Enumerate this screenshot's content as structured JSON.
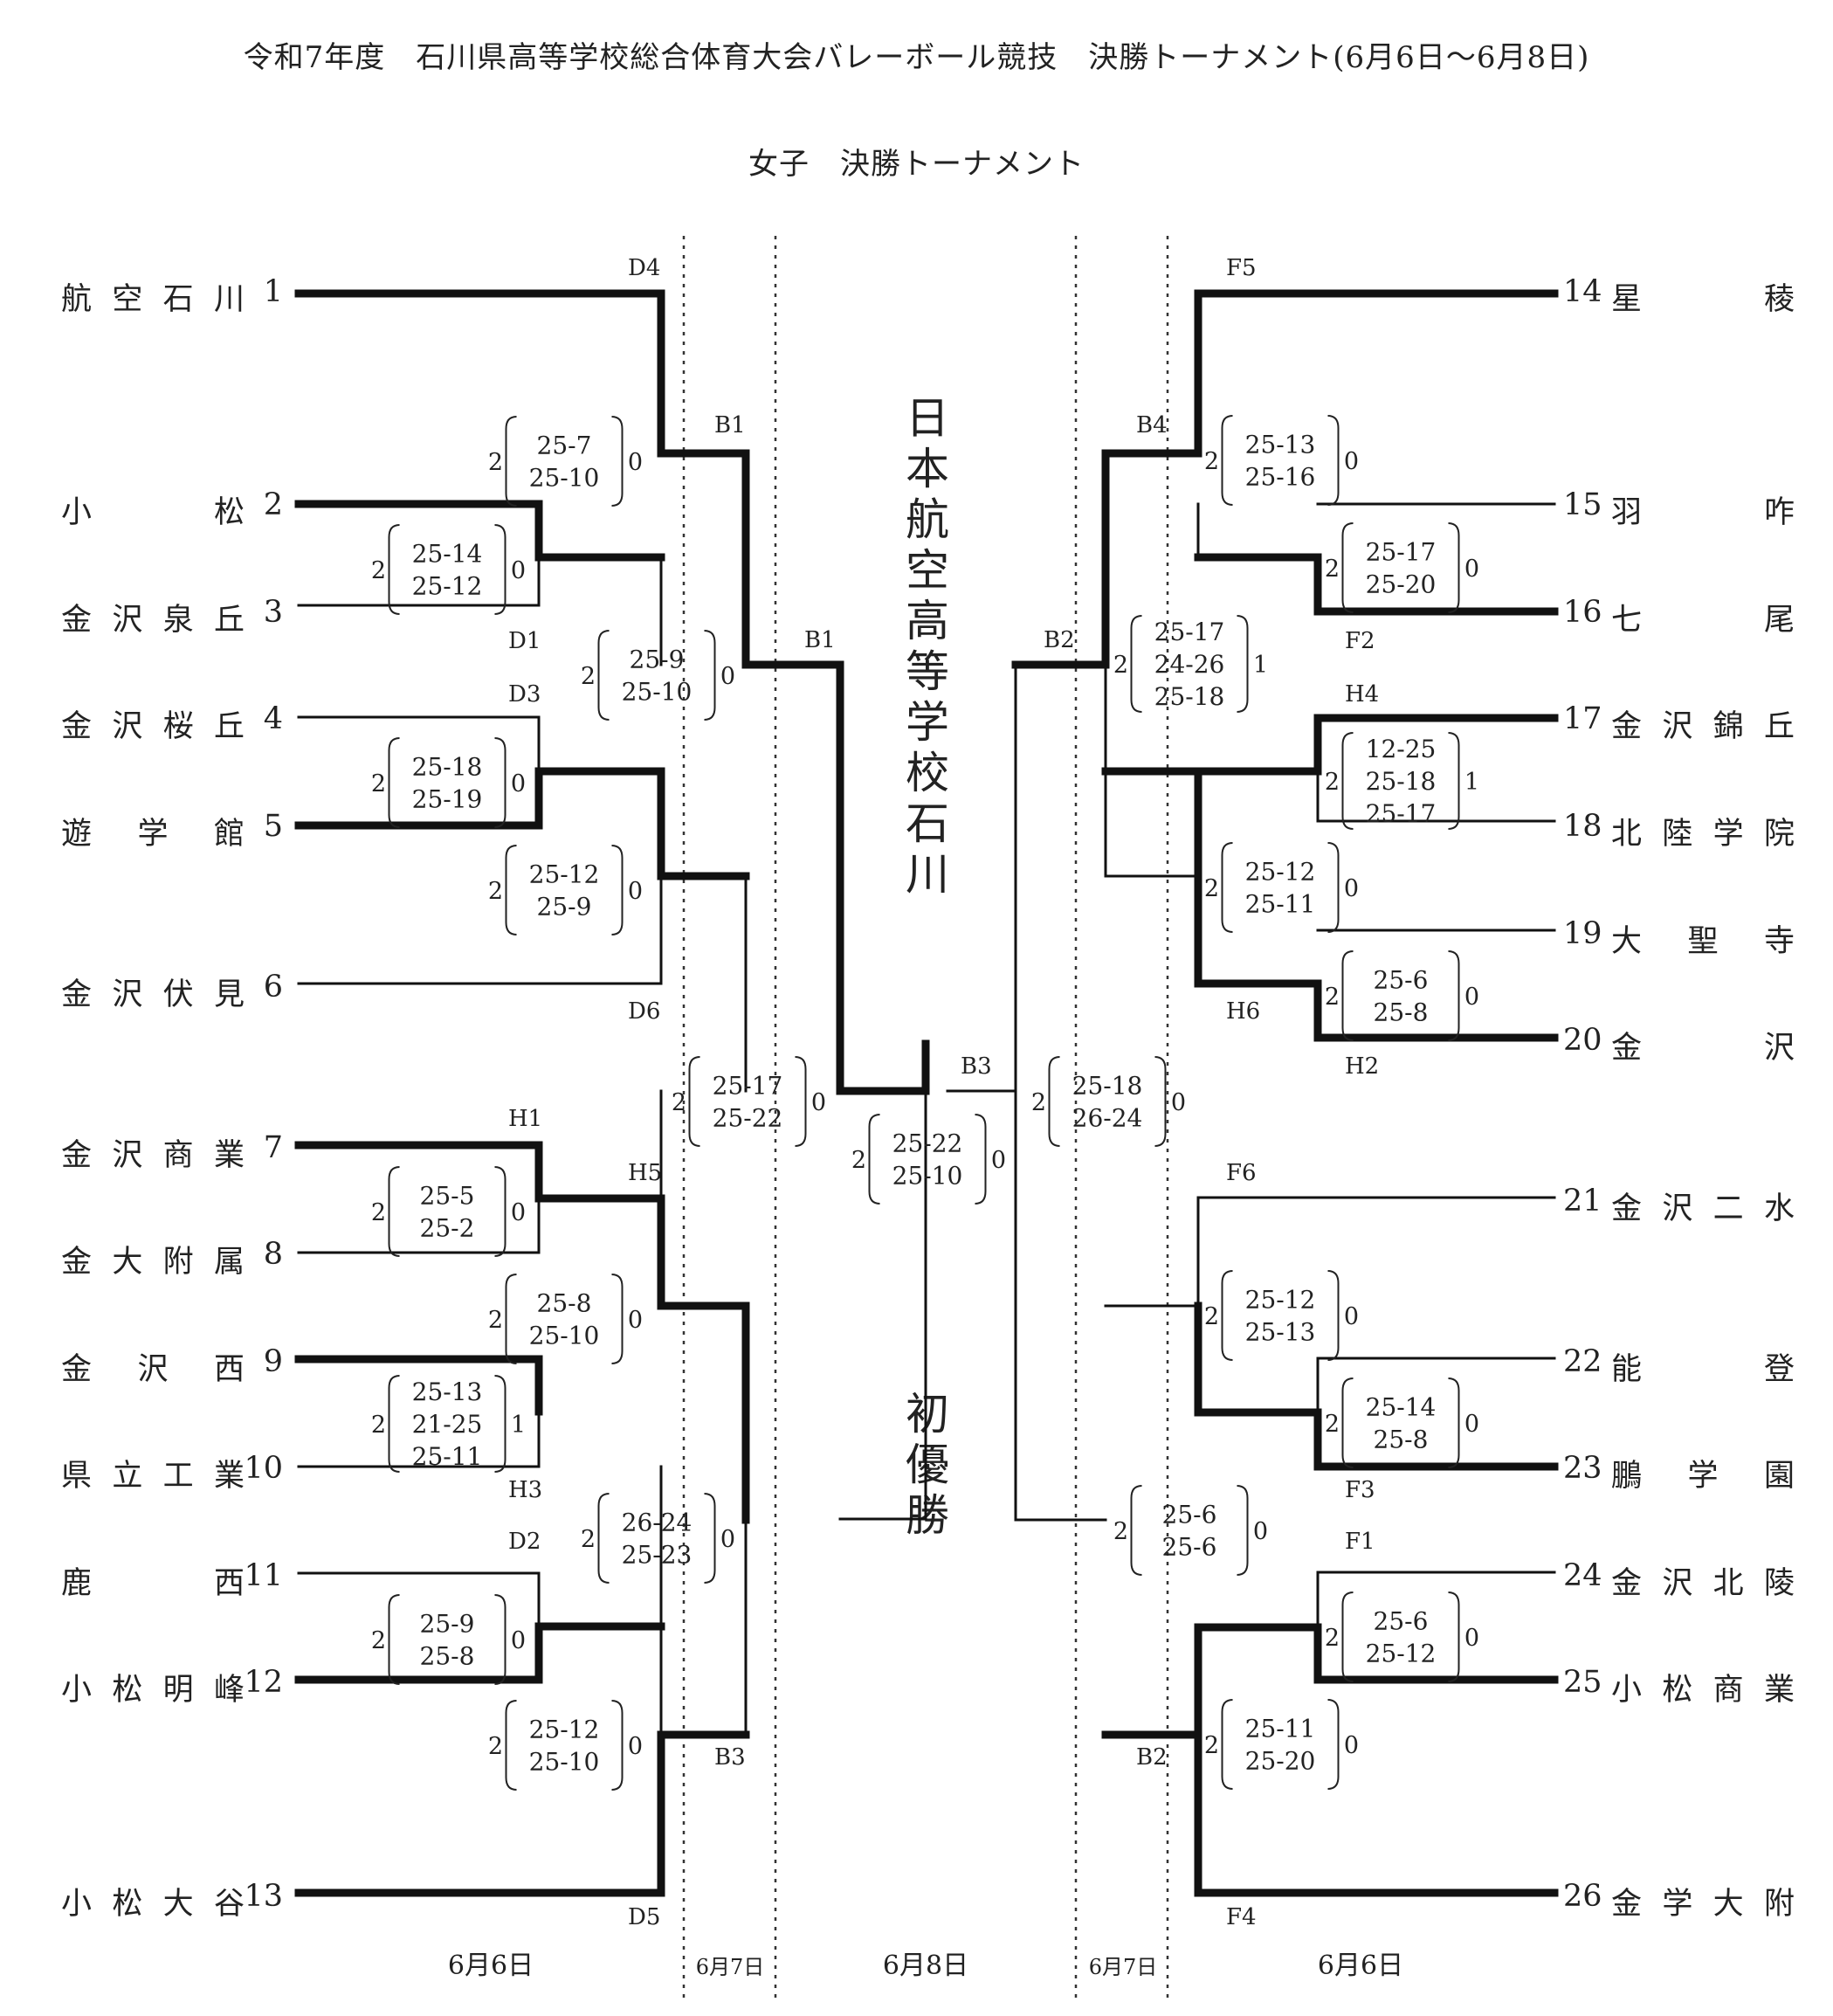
{
  "header": {
    "title": "令和7年度　石川県高等学校総合体育大会バレーボール競技　決勝トーナメント(6月6日～6月8日)",
    "subtitle": "女子　決勝トーナメント"
  },
  "champion": {
    "school": "日本航空高等学校石川",
    "result": "初優勝"
  },
  "teams_left": [
    {
      "num": "1",
      "name": "航空石川"
    },
    {
      "num": "2",
      "name": "小松"
    },
    {
      "num": "3",
      "name": "金沢泉丘"
    },
    {
      "num": "4",
      "name": "金沢桜丘"
    },
    {
      "num": "5",
      "name": "遊学館"
    },
    {
      "num": "6",
      "name": "金沢伏見"
    },
    {
      "num": "7",
      "name": "金沢商業"
    },
    {
      "num": "8",
      "name": "金大附属"
    },
    {
      "num": "9",
      "name": "金沢西"
    },
    {
      "num": "10",
      "name": "県立工業"
    },
    {
      "num": "11",
      "name": "鹿西"
    },
    {
      "num": "12",
      "name": "小松明峰"
    },
    {
      "num": "13",
      "name": "小松大谷"
    }
  ],
  "teams_right": [
    {
      "num": "14",
      "name": "星稜"
    },
    {
      "num": "15",
      "name": "羽咋"
    },
    {
      "num": "16",
      "name": "七尾"
    },
    {
      "num": "17",
      "name": "金沢錦丘"
    },
    {
      "num": "18",
      "name": "北陸学院"
    },
    {
      "num": "19",
      "name": "大聖寺"
    },
    {
      "num": "20",
      "name": "金沢"
    },
    {
      "num": "21",
      "name": "金沢二水"
    },
    {
      "num": "22",
      "name": "能登"
    },
    {
      "num": "23",
      "name": "鵬学園"
    },
    {
      "num": "24",
      "name": "金沢北陵"
    },
    {
      "num": "25",
      "name": "小松商業"
    },
    {
      "num": "26",
      "name": "金学大附"
    }
  ],
  "courts": [
    "D4",
    "D1",
    "D3",
    "D6",
    "H1",
    "H5",
    "H3",
    "D2",
    "D5",
    "B1",
    "B1",
    "B3",
    "B3",
    "F5",
    "F2",
    "H4",
    "H6",
    "H2",
    "F6",
    "F3",
    "F1",
    "F4",
    "B4",
    "B2",
    "B2"
  ],
  "dates": [
    "6月6日",
    "6月7日",
    "6月8日",
    "6月7日",
    "6月6日"
  ],
  "matches": [
    {
      "w": "2",
      "sets": [
        "25-14",
        "25-12"
      ],
      "l": "0"
    },
    {
      "w": "2",
      "sets": [
        "25-7",
        "25-10"
      ],
      "l": "0"
    },
    {
      "w": "2",
      "sets": [
        "25-18",
        "25-19"
      ],
      "l": "0"
    },
    {
      "w": "2",
      "sets": [
        "25-12",
        "25-9"
      ],
      "l": "0"
    },
    {
      "w": "2",
      "sets": [
        "25-9",
        "25-10"
      ],
      "l": "0"
    },
    {
      "w": "2",
      "sets": [
        "25-5",
        "25-2"
      ],
      "l": "0"
    },
    {
      "w": "2",
      "sets": [
        "25-13",
        "21-25",
        "25-11"
      ],
      "l": "1"
    },
    {
      "w": "2",
      "sets": [
        "25-8",
        "25-10"
      ],
      "l": "0"
    },
    {
      "w": "2",
      "sets": [
        "25-9",
        "25-8"
      ],
      "l": "0"
    },
    {
      "w": "2",
      "sets": [
        "25-12",
        "25-10"
      ],
      "l": "0"
    },
    {
      "w": "2",
      "sets": [
        "26-24",
        "25-23"
      ],
      "l": "0"
    },
    {
      "w": "2",
      "sets": [
        "25-17",
        "25-22"
      ],
      "l": "0"
    },
    {
      "w": "2",
      "sets": [
        "25-22",
        "25-10"
      ],
      "l": "0"
    },
    {
      "w": "2",
      "sets": [
        "25-18",
        "26-24"
      ],
      "l": "0"
    },
    {
      "w": "2",
      "sets": [
        "25-13",
        "25-16"
      ],
      "l": "0"
    },
    {
      "w": "2",
      "sets": [
        "25-17",
        "25-20"
      ],
      "l": "0"
    },
    {
      "w": "2",
      "sets": [
        "25-17",
        "24-26",
        "25-18"
      ],
      "l": "1"
    },
    {
      "w": "2",
      "sets": [
        "12-25",
        "25-18",
        "25-17"
      ],
      "l": "1"
    },
    {
      "w": "2",
      "sets": [
        "25-12",
        "25-11"
      ],
      "l": "0"
    },
    {
      "w": "2",
      "sets": [
        "25-6",
        "25-8"
      ],
      "l": "0"
    },
    {
      "w": "2",
      "sets": [
        "25-12",
        "25-13"
      ],
      "l": "0"
    },
    {
      "w": "2",
      "sets": [
        "25-14",
        "25-8"
      ],
      "l": "0"
    },
    {
      "w": "2",
      "sets": [
        "25-6",
        "25-6"
      ],
      "l": "0"
    },
    {
      "w": "2",
      "sets": [
        "25-6",
        "25-12"
      ],
      "l": "0"
    },
    {
      "w": "2",
      "sets": [
        "25-11",
        "25-20"
      ],
      "l": "0"
    }
  ]
}
